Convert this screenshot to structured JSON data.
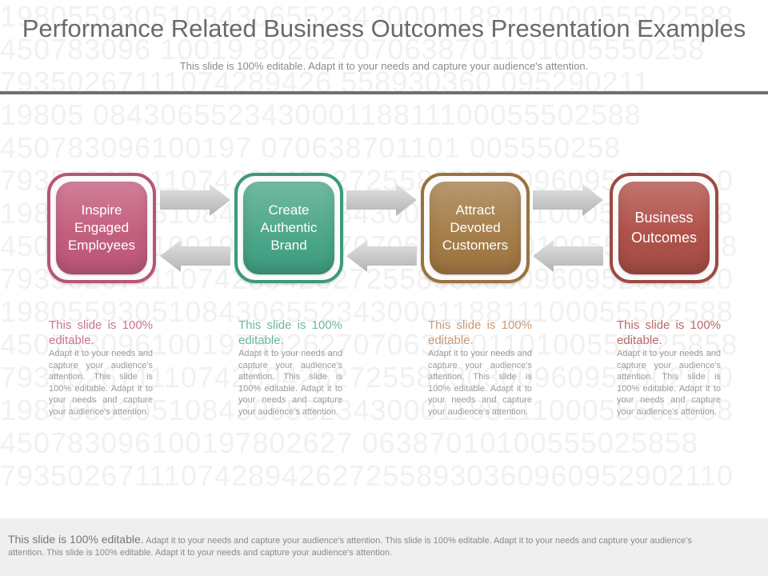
{
  "title": "Performance Related Business Outcomes Presentation Examples",
  "subtitle": "This slide is 100% editable. Adapt it to your needs and capture your audience's attention.",
  "background_rows": [
    "19805593051084306552343000118811100055502588",
    "450783096 10019 802627070638701101005550258",
    "79350267111074289426     558930360   095290211",
    "19805        084306552343000118811100055502588",
    "450783096100197           070638701101 005550258",
    "79350267111074289426272558930360960952902110",
    "19805593051084306552343000118811100055502588",
    "45078309610019780262707063870110100555025858",
    "79350267111074289426272558930360960952902110",
    "19805593051084306552343000118811100055502588",
    "45078309610019780262707063870110100555025858",
    "79350267111074289426272558930360960952902110",
    "19805593051084306552343000118811100055502588",
    "450783096100197802627     06387010100555025858",
    "79350267111074289426272558930360960952902110"
  ],
  "steps": [
    {
      "label": "Inspire Engaged Employees",
      "color": "#c4607f",
      "border": "#b85577",
      "text_color": "#c9758f"
    },
    {
      "label": "Create Authentic Brand",
      "color": "#4fa88c",
      "border": "#3c9a7c",
      "text_color": "#6bb8a0"
    },
    {
      "label": "Attract Devoted Customers",
      "color": "#a67f4b",
      "border": "#9a7240",
      "text_color": "#c79a75"
    },
    {
      "label": "Business Outcomes",
      "color": "#b1534b",
      "border": "#9e4a44",
      "text_color": "#b56a66"
    }
  ],
  "descriptions": [
    {
      "lead": "This slide is 100% editable.",
      "body": "Adapt it to your needs and capture your audience's attention. This slide is 100% editable. Adapt it to your needs and capture your audience's attention."
    },
    {
      "lead": "This slide is 100% editable.",
      "body": "Adapt it to your needs and capture your audience's attention. This slide is 100% editable. Adapt it to your needs and capture your audience's attention."
    },
    {
      "lead": "This slide is 100% editable.",
      "body": "Adapt it to your needs and capture your audience's attention. This slide is 100% editable. Adapt it to your needs and capture your audience's attention."
    },
    {
      "lead": "This slide is 100% editable.",
      "body": "Adapt it to your needs and capture your audience's attention. This slide is 100% editable. Adapt it to your needs and capture your audience's attention."
    }
  ],
  "footer": {
    "lead": "This slide is 100% editable.",
    "body": "Adapt it to your needs and capture your audience's attention. This slide is 100% editable. Adapt it to your needs and capture your audience's attention. This slide is 100% editable. Adapt it to your needs and capture your audience's attention."
  },
  "arrow_color": "#c4c4c4"
}
